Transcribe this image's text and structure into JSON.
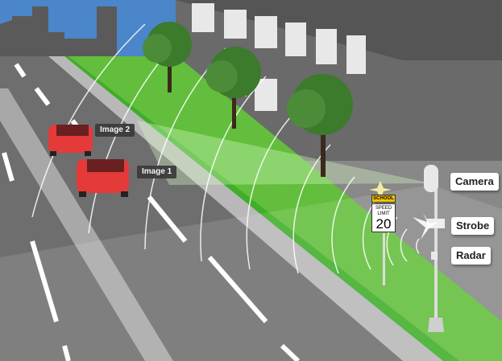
{
  "labels": {
    "camera": "Camera",
    "strobe": "Strobe",
    "radar": "Radar"
  },
  "captures": {
    "image1": "Image 1",
    "image2": "Image 2"
  },
  "sign": {
    "school": "SCHOOL",
    "line1": "SPEED",
    "line2": "LIMIT",
    "speed": "20"
  },
  "colors": {
    "grass": "#5cbf3a",
    "road": "#6b6b6b",
    "sky": "#4a86c9",
    "car": "#e43a3a"
  }
}
